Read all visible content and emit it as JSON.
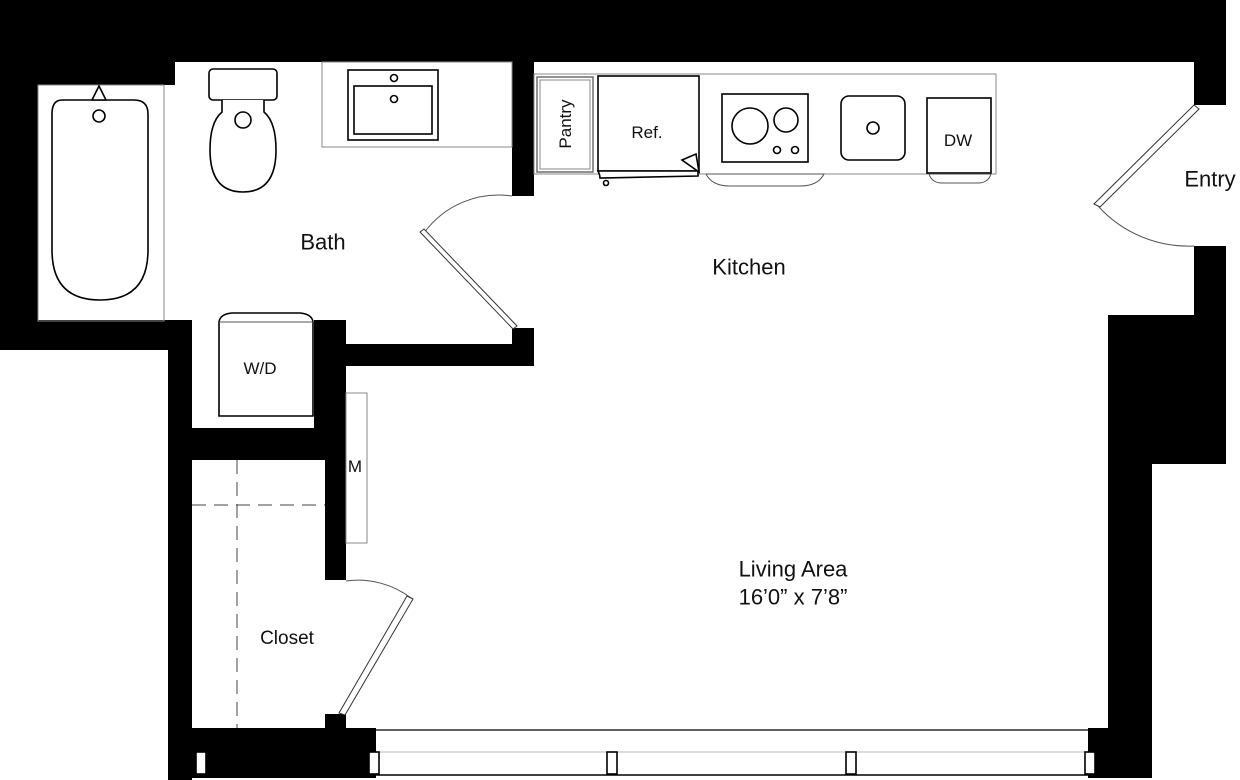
{
  "rooms": {
    "bath": {
      "label": "Bath"
    },
    "kitchen": {
      "label": "Kitchen"
    },
    "entry": {
      "label": "Entry"
    },
    "living": {
      "label": "Living Area",
      "dimensions": "16’0” x 7’8”"
    },
    "closet": {
      "label": "Closet"
    }
  },
  "fixtures": {
    "pantry": {
      "label": "Pantry"
    },
    "refrigerator": {
      "label": "Ref."
    },
    "dishwasher": {
      "label": "DW"
    },
    "washer_dryer": {
      "label": "W/D"
    },
    "mirror": {
      "label": "M"
    }
  },
  "colors": {
    "wall": "#000000",
    "floor": "#ffffff",
    "line": "#555555"
  }
}
